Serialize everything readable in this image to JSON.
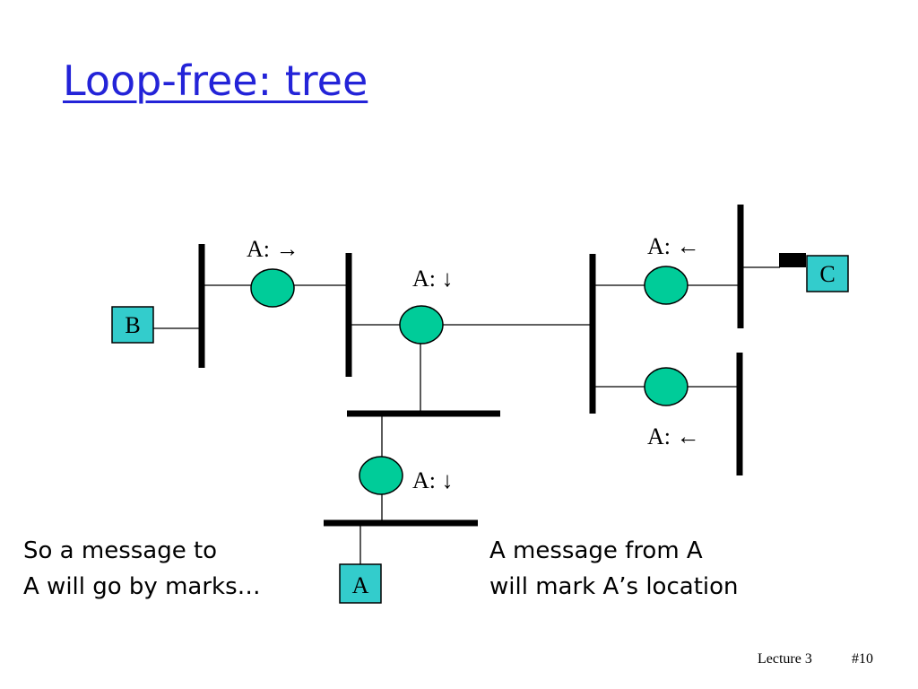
{
  "slide": {
    "title": "Loop-free: tree",
    "captions": {
      "left": [
        "So a message to",
        "A will go by marks…"
      ],
      "right": [
        "A message from A",
        "will mark A’s location"
      ]
    },
    "footer": {
      "lecture": "Lecture 3",
      "page": "#10"
    }
  },
  "diagram": {
    "hosts": {
      "a": "A",
      "b": "B",
      "c": "C"
    },
    "marks": {
      "top_left": "A: →",
      "center": "A: ↓",
      "top_right": "A: ←",
      "lower_right": "A: ←",
      "bottom": "A: ↓"
    },
    "colors": {
      "title": "#2323d8",
      "bridge": "#00cc99",
      "host": "#33cccc"
    }
  }
}
